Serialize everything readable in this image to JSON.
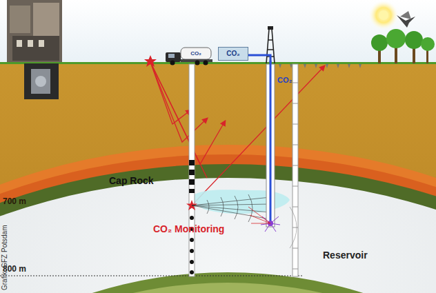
{
  "diagram": {
    "nodes": [
      {
        "text": [
          "CO₂"
        ]
      },
      {
        "text": [
          "CO₂"
        ]
      }
    ],
    "labels": [
      "CO₂",
      "Cap Rock",
      "700 m",
      "CO₂ Monitoring",
      "800 m",
      "Reservoir",
      "Grafik: GFZ Potsdam"
    ]
  }
}
